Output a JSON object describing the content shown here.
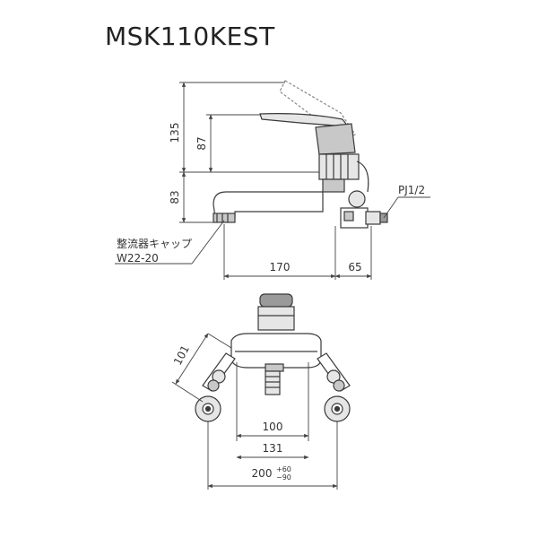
{
  "title": "MSK110KEST",
  "side_view": {
    "dim_135": "135",
    "dim_87": "87",
    "dim_83": "83",
    "dim_170": "170",
    "dim_65": "65",
    "label_pj": "PJ1/2",
    "label_cap_line1": "整流器キャップ",
    "label_cap_line2": "W22-20"
  },
  "top_view": {
    "dim_101": "101",
    "dim_100": "100",
    "dim_131": "131",
    "dim_200": "200",
    "tol_plus": "+60",
    "tol_minus": "−90"
  },
  "colors": {
    "line": "#3a3a3a",
    "dim_line": "#444444",
    "fill_light": "#e6e6e6",
    "fill_mid": "#c8c8c8",
    "fill_dark": "#9a9a9a"
  }
}
